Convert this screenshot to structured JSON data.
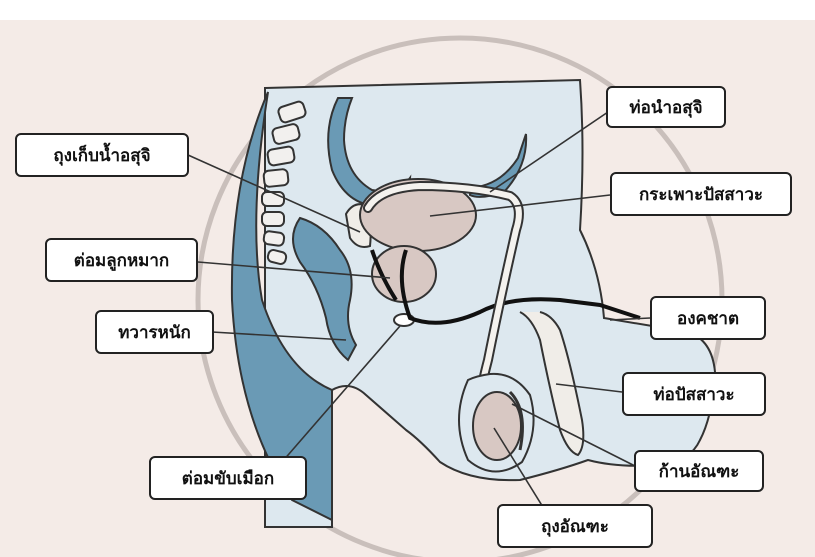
{
  "labels": {
    "vas_deferens": "ท่อนำอสุจิ",
    "seminal_vesicle": "ถุงเก็บน้ำอสุจิ",
    "bladder": "กระเพาะปัสสาวะ",
    "prostate": "ต่อมลูกหมาก",
    "penis": "องคชาต",
    "rectum": "ทวารหนัก",
    "urethra": "ท่อปัสสาวะ",
    "epididymis": "ก้านอัณฑะ",
    "bulbourethral_gland": "ต่อมขับเมือก",
    "scrotum": "ถุงอัณฑะ"
  },
  "colors": {
    "background": "#f4ebe7",
    "body_fill": "#dde8ef",
    "dark_blue": "#6a9ab5",
    "organ_fill": "#d8c8c3",
    "outline": "#333333",
    "circle": "#c9bfbb"
  }
}
